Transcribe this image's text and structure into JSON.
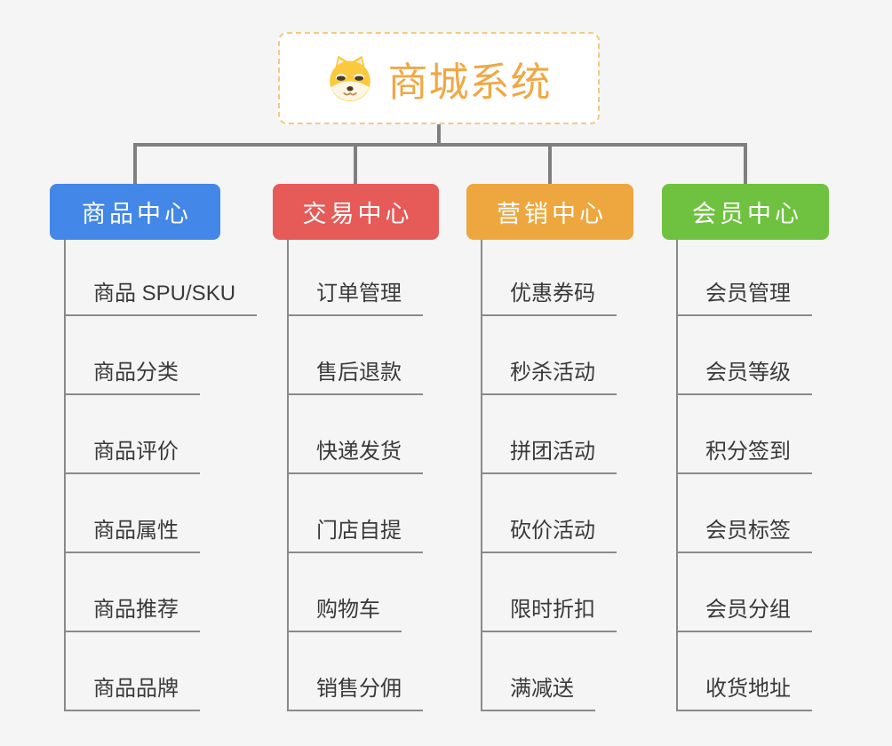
{
  "root": {
    "label": "商城系统",
    "icon": "doge-dog-icon",
    "label_color": "#f0a845"
  },
  "branches": [
    {
      "label": "商品中心",
      "color": "#4387e8",
      "children": [
        "商品 SPU/SKU",
        "商品分类",
        "商品评价",
        "商品属性",
        "商品推荐",
        "商品品牌"
      ]
    },
    {
      "label": "交易中心",
      "color": "#e65a58",
      "children": [
        "订单管理",
        "售后退款",
        "快递发货",
        "门店自提",
        "购物车",
        "销售分佣"
      ]
    },
    {
      "label": "营销中心",
      "color": "#eea73e",
      "children": [
        "优惠券码",
        "秒杀活动",
        "拼团活动",
        "砍价活动",
        "限时折扣",
        "满减送"
      ]
    },
    {
      "label": "会员中心",
      "color": "#6fc23f",
      "children": [
        "会员管理",
        "会员等级",
        "积分签到",
        "会员标签",
        "会员分组",
        "收货地址"
      ]
    }
  ],
  "connector_color": "#7f7f7f"
}
